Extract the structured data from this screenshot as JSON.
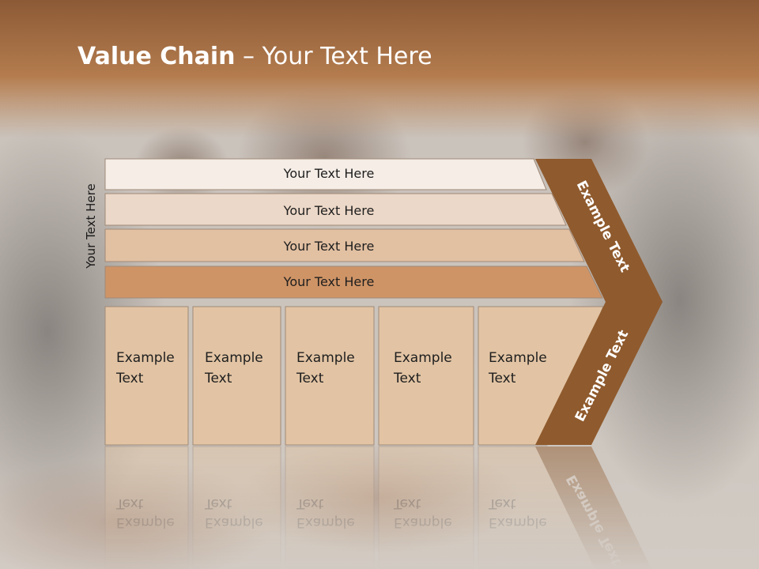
{
  "slide": {
    "title_bold": "Value Chain",
    "title_rest": " – Your Text Here",
    "side_label": "Your Text Here"
  },
  "support_bars": [
    {
      "label": "Your Text Here",
      "color": "#f5ede6"
    },
    {
      "label": "Your Text Here",
      "color": "#ecd8c8"
    },
    {
      "label": "Your Text Here",
      "color": "#e2c0a2"
    },
    {
      "label": "Your Text Here",
      "color": "#cf9466"
    }
  ],
  "primary_boxes": [
    {
      "line1": "Example",
      "line2": "Text"
    },
    {
      "line1": "Example",
      "line2": "Text"
    },
    {
      "line1": "Example",
      "line2": "Text"
    },
    {
      "line1": "Example",
      "line2": "Text"
    },
    {
      "line1": "Example",
      "line2": "Text"
    }
  ],
  "chevron": {
    "upper_label": "Example Text",
    "lower_label": "Example Text",
    "color": "#8f5a2d"
  },
  "colors": {
    "header": "#b27c4e",
    "box_fill": "#e2c4a4",
    "box_stroke": "#a08a78"
  }
}
